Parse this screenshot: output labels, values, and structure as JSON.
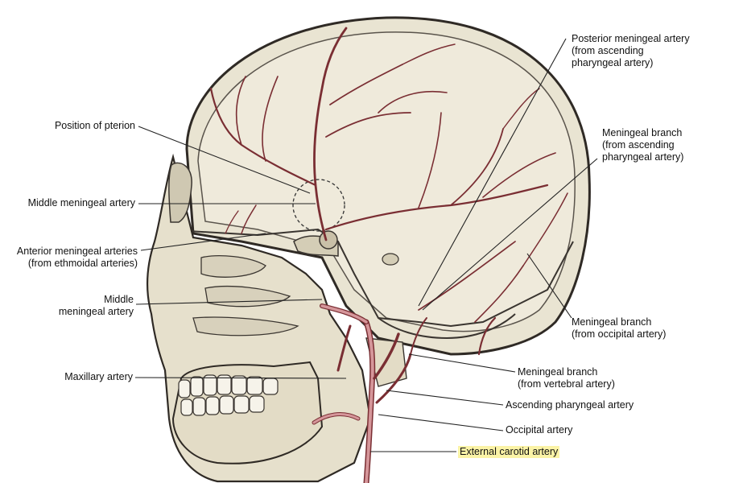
{
  "labels": {
    "posterior_meningeal": [
      "Posterior meningeal artery",
      "(from ascending",
      "pharyngeal artery)"
    ],
    "position_pterion": [
      "Position of pterion"
    ],
    "meningeal_branch_ascending": [
      "Meningeal branch",
      "(from ascending",
      "pharyngeal artery)"
    ],
    "middle_meningeal_1": [
      "Middle meningeal artery"
    ],
    "anterior_meningeal": [
      "Anterior meningeal arteries",
      "(from ethmoidal arteries)"
    ],
    "middle_meningeal_2": [
      "Middle",
      "meningeal artery"
    ],
    "meningeal_branch_occipital": [
      "Meningeal branch",
      "(from occipital artery)"
    ],
    "maxillary": [
      "Maxillary artery"
    ],
    "meningeal_branch_vertebral": [
      "Meningeal branch",
      "(from vertebral artery)"
    ],
    "ascending_pharyngeal": [
      "Ascending pharyngeal artery"
    ],
    "occipital": [
      "Occipital artery"
    ],
    "external_carotid": [
      "External carotid artery"
    ]
  },
  "colors": {
    "bone": "#ebe6d4",
    "bone_outline": "#3a3530",
    "artery": "#b9797c",
    "artery_dark": "#7a2e33",
    "highlight": "#fbf3a6"
  }
}
